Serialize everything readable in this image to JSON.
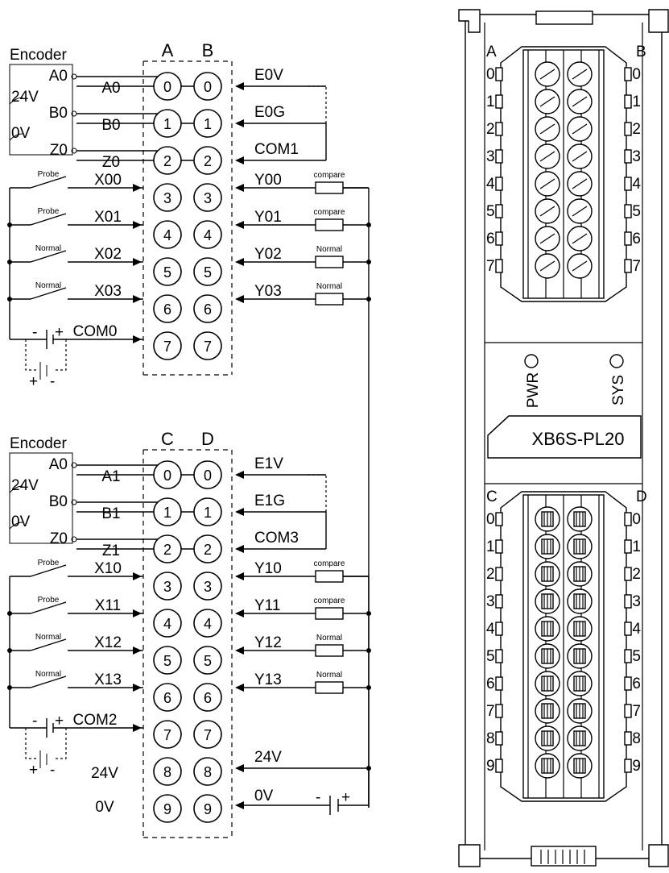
{
  "groups": [
    {
      "encoder_title": "Encoder",
      "col_left": "A",
      "col_right": "B",
      "enc_pins": [
        "A0",
        "B0",
        "Z0"
      ],
      "enc_supply": [
        "24V",
        "0V"
      ],
      "enc_wires": [
        "A0",
        "B0",
        "Z0"
      ],
      "enc_outputs": [
        "E0V",
        "E0G",
        "COM1"
      ],
      "inputs": [
        {
          "switch": "Probe",
          "label": "X00"
        },
        {
          "switch": "Probe",
          "label": "X01"
        },
        {
          "switch": "Normal",
          "label": "X02"
        },
        {
          "switch": "Normal",
          "label": "X03"
        }
      ],
      "outputs": [
        {
          "label": "Y00",
          "load": "compare"
        },
        {
          "label": "Y01",
          "load": "compare"
        },
        {
          "label": "Y02",
          "load": "Normal"
        },
        {
          "label": "Y03",
          "load": "Normal"
        }
      ],
      "common": "COM0",
      "terminals": [
        "0",
        "1",
        "2",
        "3",
        "4",
        "5",
        "6",
        "7"
      ]
    },
    {
      "encoder_title": "Encoder",
      "col_left": "C",
      "col_right": "D",
      "enc_pins": [
        "A0",
        "B0",
        "Z0"
      ],
      "enc_supply": [
        "24V",
        "0V"
      ],
      "enc_wires": [
        "A1",
        "B1",
        "Z1"
      ],
      "enc_outputs": [
        "E1V",
        "E1G",
        "COM3"
      ],
      "inputs": [
        {
          "switch": "Probe",
          "label": "X10"
        },
        {
          "switch": "Probe",
          "label": "X11"
        },
        {
          "switch": "Normal",
          "label": "X12"
        },
        {
          "switch": "Normal",
          "label": "X13"
        }
      ],
      "outputs": [
        {
          "label": "Y10",
          "load": "compare"
        },
        {
          "label": "Y11",
          "load": "compare"
        },
        {
          "label": "Y12",
          "load": "Normal"
        },
        {
          "label": "Y13",
          "load": "Normal"
        }
      ],
      "common": "COM2",
      "terminals": [
        "0",
        "1",
        "2",
        "3",
        "4",
        "5",
        "6",
        "7",
        "8",
        "9"
      ],
      "power_left": [
        "24V",
        "0V"
      ],
      "power_right": [
        "24V",
        "0V"
      ]
    }
  ],
  "battery_polarity": {
    "minus": "-",
    "plus": "+"
  },
  "module": {
    "model": "XB6S-PL20",
    "leds": [
      "PWR",
      "SYS"
    ],
    "top_cols": [
      "A",
      "B"
    ],
    "bottom_cols": [
      "C",
      "D"
    ],
    "top_rows": [
      "0",
      "1",
      "2",
      "3",
      "4",
      "5",
      "6",
      "7"
    ],
    "bottom_rows": [
      "0",
      "1",
      "2",
      "3",
      "4",
      "5",
      "6",
      "7",
      "8",
      "9"
    ]
  }
}
